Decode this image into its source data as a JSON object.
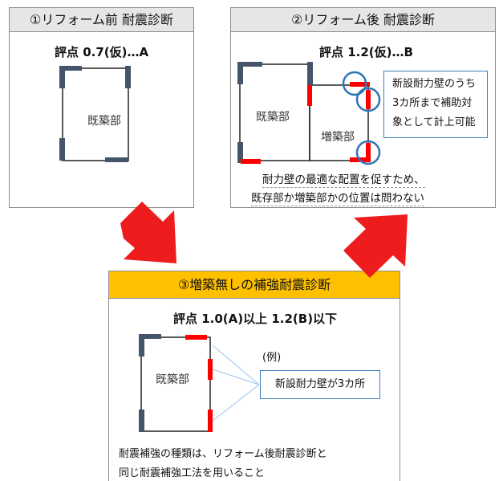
{
  "panel1": {
    "header": "①リフォーム前 耐震診断",
    "score": "評点 0.7(仮)…A",
    "room_label": "既築部"
  },
  "panel2": {
    "header": "②リフォーム後 耐震診断",
    "score": "評点 1.2(仮)…B",
    "room_label_existing": "既築部",
    "room_label_extension": "増築部",
    "note_lines": [
      "新設耐力壁のうち",
      "3カ所まで補助対",
      "象として計上可能"
    ],
    "caption_lines": [
      "耐力壁の最適な配置を促すため、",
      "既存部か増築部かの位置は問わない"
    ]
  },
  "panel3": {
    "header": "③増築無しの補強耐震診断",
    "score": "評点 1.0(A)以上 1.2(B)以下",
    "room_label": "既築部",
    "example_label": "(例)",
    "callout": "新設耐力壁が3カ所",
    "footer_lines": [
      "耐震補強の種類は、リフォーム後耐震診断と",
      "同じ耐震補強工法を用いること"
    ]
  },
  "colors": {
    "existing_wall": "#44546a",
    "new_wall": "#ff0000",
    "arrow": "#ee1c1c",
    "highlight_circle": "#2e75b6",
    "orange_header": "#ffc000",
    "grey_header": "#e6e6e6"
  }
}
